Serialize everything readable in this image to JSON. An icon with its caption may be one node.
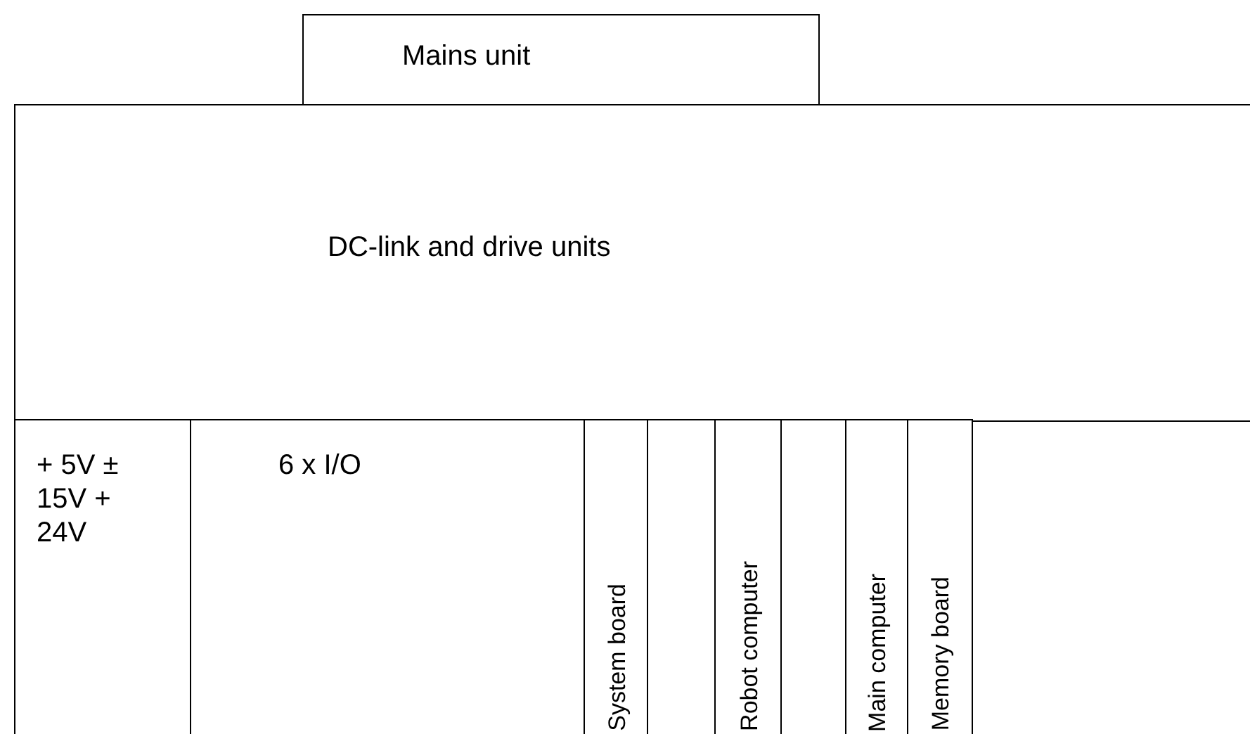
{
  "diagram": {
    "nodes": [
      {
        "text": [
          "Mains unit"
        ]
      },
      {
        "text": [
          "DC-link and drive units"
        ]
      },
      {
        "text": [
          "+ 5V ± 15V + 24V"
        ]
      },
      {
        "text": [
          "6 x I/O"
        ]
      },
      {
        "text": [
          "System board"
        ]
      },
      {
        "text": [],
        "shape": "box"
      },
      {
        "text": [
          "Robot computer"
        ]
      },
      {
        "text": [],
        "shape": "box"
      },
      {
        "text": [
          "Main computer"
        ]
      },
      {
        "text": [
          "Memory board"
        ]
      }
    ],
    "edges": []
  }
}
